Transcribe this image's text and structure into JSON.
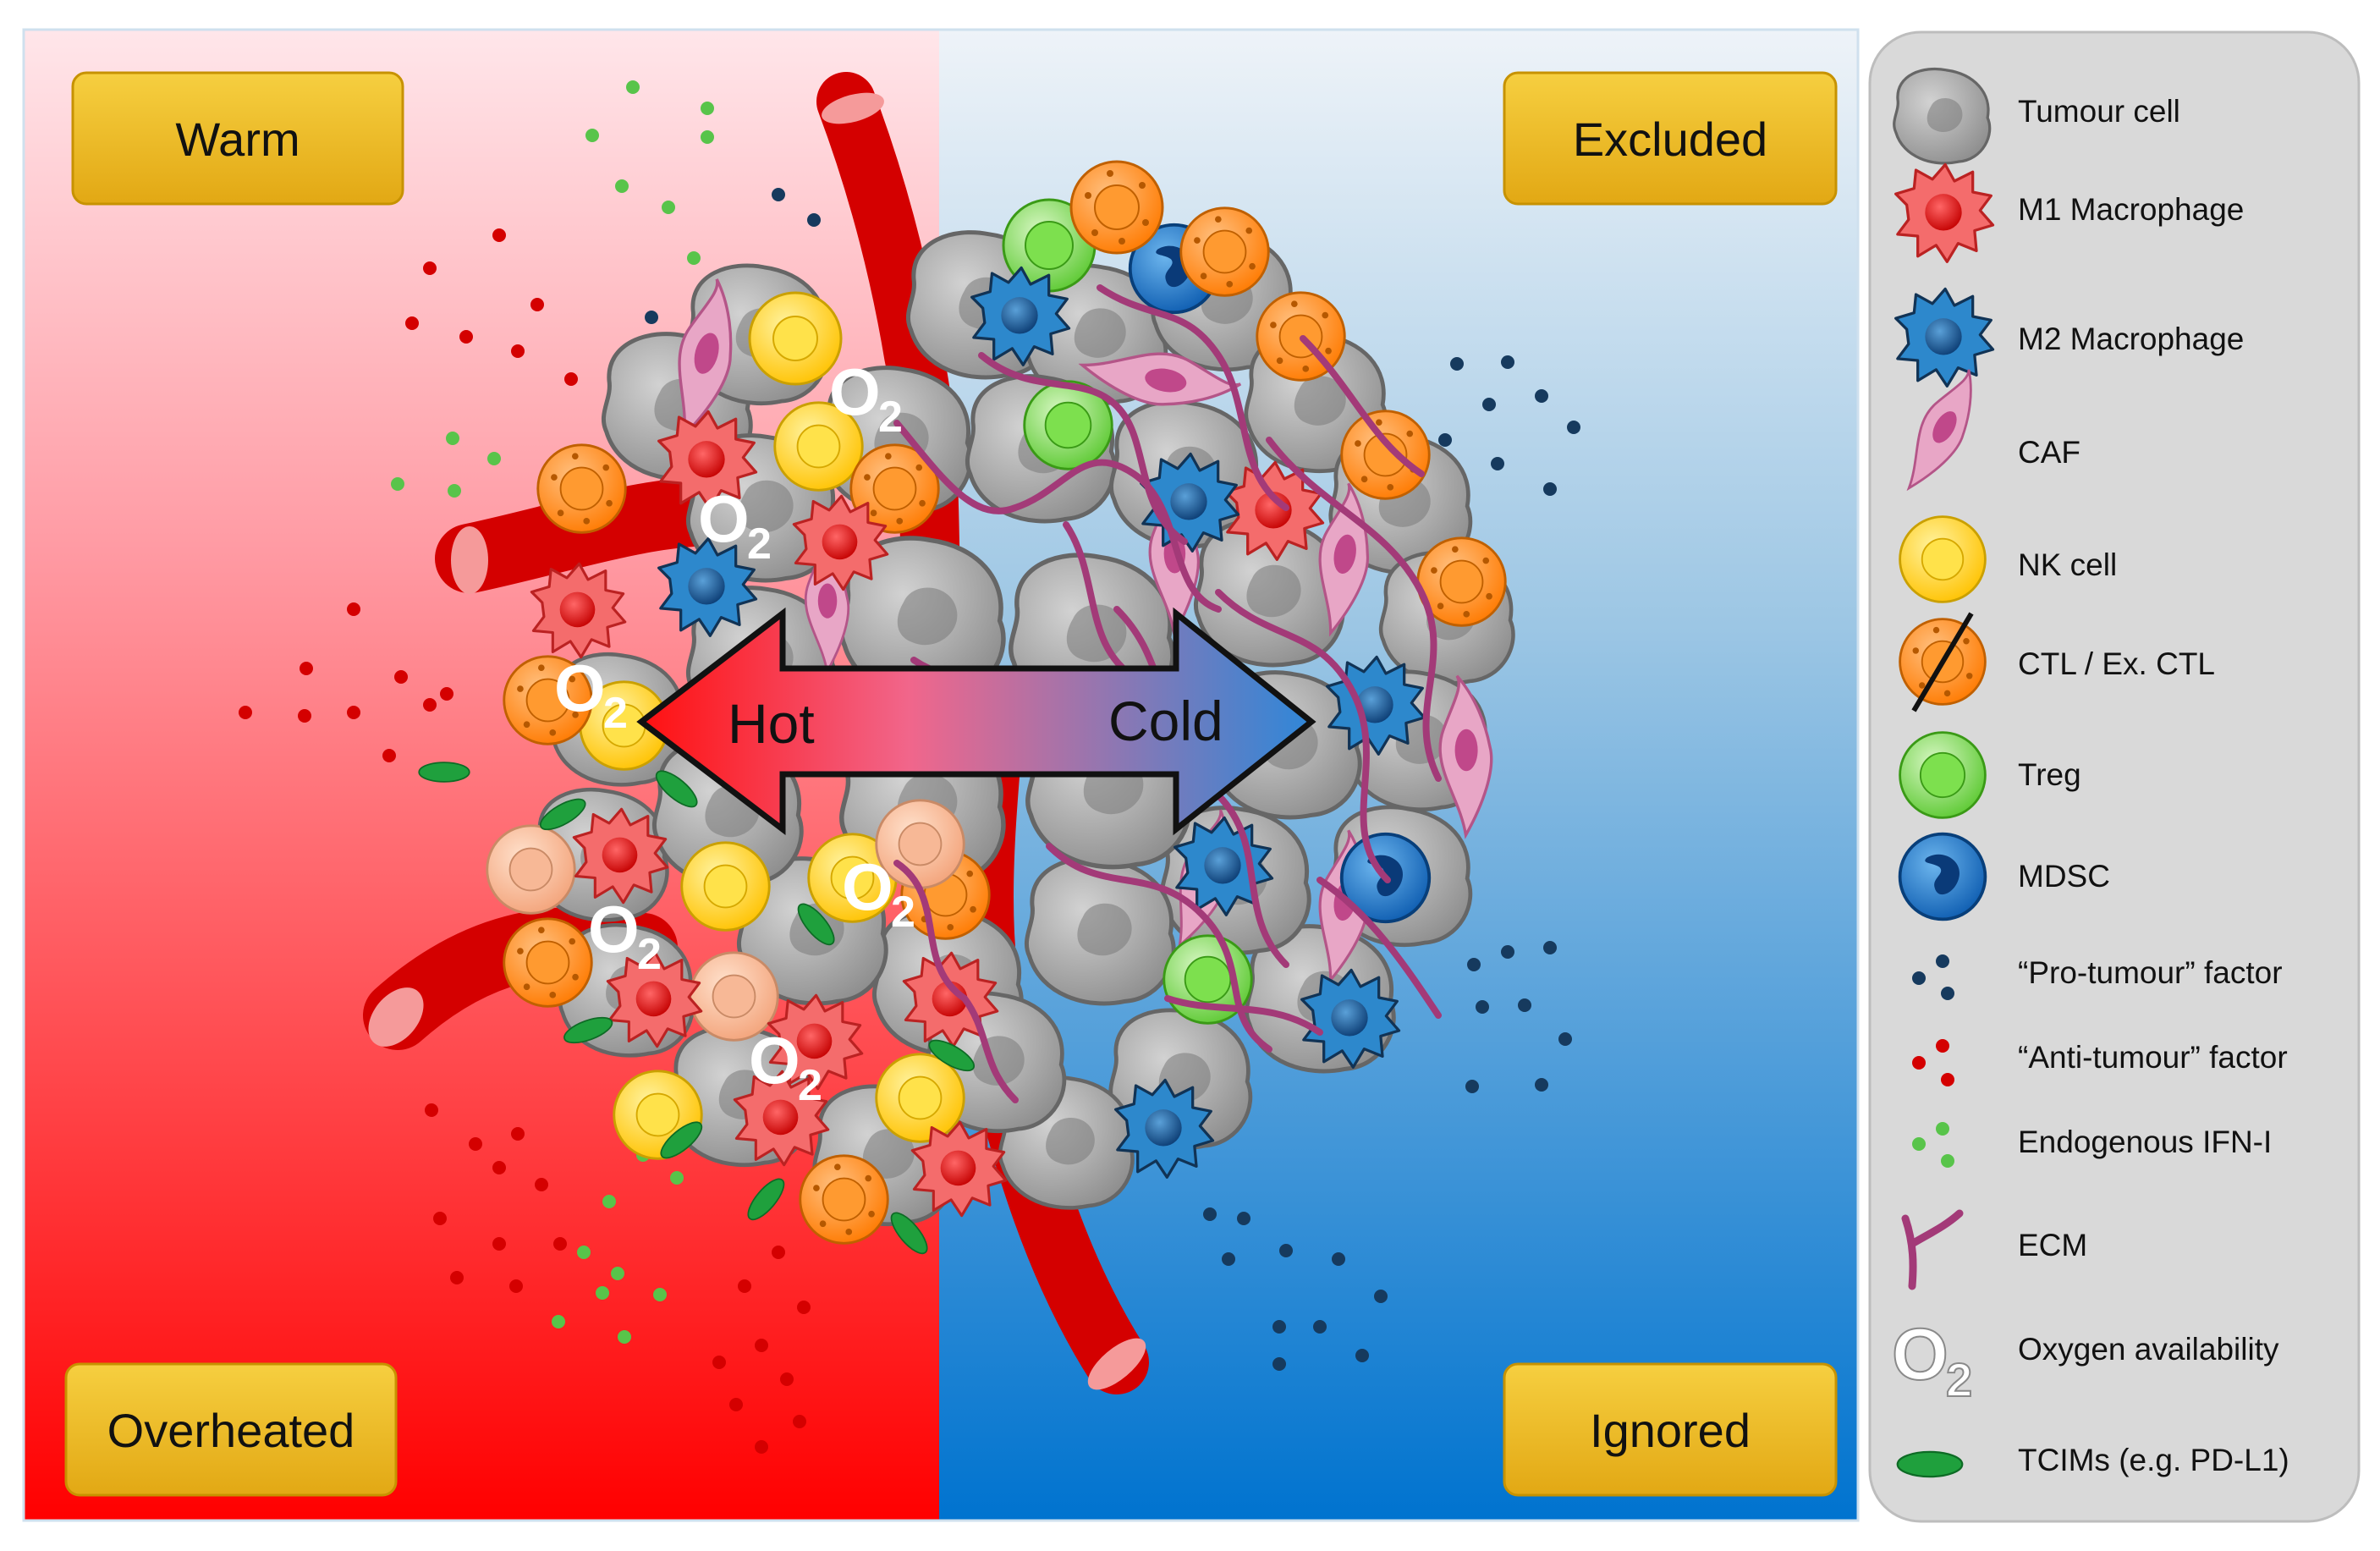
{
  "corners": {
    "warm": "Warm",
    "excluded": "Excluded",
    "overheated": "Overheated",
    "ignored": "Ignored"
  },
  "arrow": {
    "hot": "Hot",
    "cold": "Cold"
  },
  "oxygen": {
    "symbol": "O",
    "subscript": "2"
  },
  "legend": {
    "items": [
      {
        "label": "Tumour cell",
        "icon": "tumour-cell-icon"
      },
      {
        "label": "M1 Macrophage",
        "icon": "m1-macrophage-icon"
      },
      {
        "label": "M2 Macrophage",
        "icon": "m2-macrophage-icon"
      },
      {
        "label": "CAF",
        "icon": "caf-icon"
      },
      {
        "label": "NK cell",
        "icon": "nk-cell-icon"
      },
      {
        "label": "CTL / Ex. CTL",
        "icon": "ctl-icon"
      },
      {
        "label": "Treg",
        "icon": "treg-icon"
      },
      {
        "label": "MDSC",
        "icon": "mdsc-icon"
      },
      {
        "label": "“Pro-tumour” factor",
        "icon": "pro-tumour-factor-icon"
      },
      {
        "label": "“Anti-tumour” factor",
        "icon": "anti-tumour-factor-icon"
      },
      {
        "label": "Endogenous IFN-I",
        "icon": "ifn-icon"
      },
      {
        "label": "ECM",
        "icon": "ecm-icon"
      },
      {
        "label": "Oxygen availability",
        "icon": "oxygen-icon"
      },
      {
        "label": "TCIMs (e.g. PD-L1)",
        "icon": "tcim-icon"
      }
    ]
  },
  "colors": {
    "hot": "#ff0000",
    "cold": "#0077d0",
    "badge": "#f2c028",
    "tumour": "#9e9e9e",
    "m1": "#f06a6a",
    "m2": "#2f86c8",
    "caf": "#e7a4c4",
    "nk": "#ffd21c",
    "ctl": "#ff8c1a",
    "treg": "#7ed957",
    "mdsc": "#1f6fc2",
    "ecm": "#a33a78",
    "vessel": "#dd0000",
    "tcim": "#1f9a3a",
    "legend_bg": "#d9d9d9"
  }
}
